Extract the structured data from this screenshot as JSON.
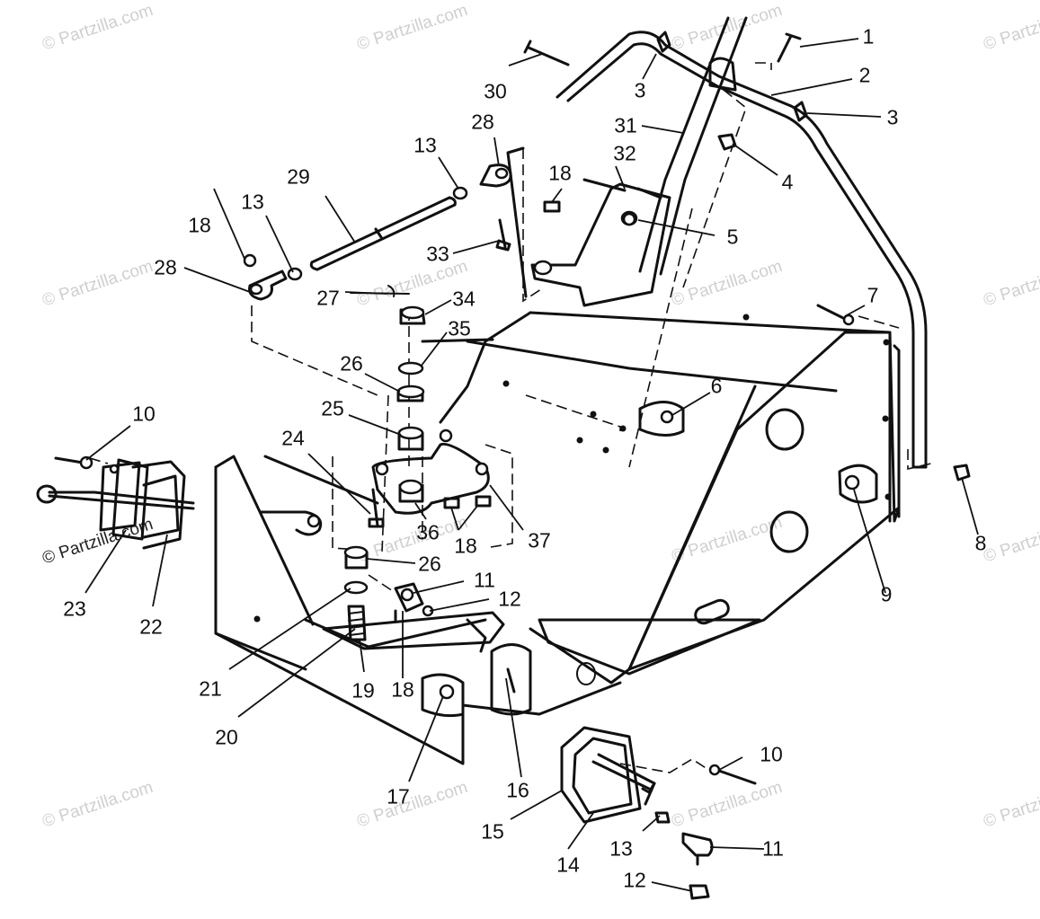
{
  "watermark": {
    "text": "© Partzilla.com",
    "dark_text": "© Partzilla.com",
    "color": "#cfcfcf"
  },
  "callouts": [
    {
      "id": "c1",
      "label": "1"
    },
    {
      "id": "c2",
      "label": "2"
    },
    {
      "id": "c3a",
      "label": "3"
    },
    {
      "id": "c3b",
      "label": "3"
    },
    {
      "id": "c4",
      "label": "4"
    },
    {
      "id": "c5",
      "label": "5"
    },
    {
      "id": "c6",
      "label": "6"
    },
    {
      "id": "c7",
      "label": "7"
    },
    {
      "id": "c8",
      "label": "8"
    },
    {
      "id": "c9",
      "label": "9"
    },
    {
      "id": "c10a",
      "label": "10"
    },
    {
      "id": "c10b",
      "label": "10"
    },
    {
      "id": "c11a",
      "label": "11"
    },
    {
      "id": "c11b",
      "label": "11"
    },
    {
      "id": "c12a",
      "label": "12"
    },
    {
      "id": "c12b",
      "label": "12"
    },
    {
      "id": "c13a",
      "label": "13"
    },
    {
      "id": "c13b",
      "label": "13"
    },
    {
      "id": "c13c",
      "label": "13"
    },
    {
      "id": "c14",
      "label": "14"
    },
    {
      "id": "c15",
      "label": "15"
    },
    {
      "id": "c16",
      "label": "16"
    },
    {
      "id": "c17",
      "label": "17"
    },
    {
      "id": "c18a",
      "label": "18"
    },
    {
      "id": "c18b",
      "label": "18"
    },
    {
      "id": "c18c",
      "label": "18"
    },
    {
      "id": "c18d",
      "label": "18"
    },
    {
      "id": "c19",
      "label": "19"
    },
    {
      "id": "c20",
      "label": "20"
    },
    {
      "id": "c21",
      "label": "21"
    },
    {
      "id": "c22",
      "label": "22"
    },
    {
      "id": "c23",
      "label": "23"
    },
    {
      "id": "c24",
      "label": "24"
    },
    {
      "id": "c25",
      "label": "25"
    },
    {
      "id": "c26a",
      "label": "26"
    },
    {
      "id": "c26b",
      "label": "26"
    },
    {
      "id": "c27",
      "label": "27"
    },
    {
      "id": "c28a",
      "label": "28"
    },
    {
      "id": "c28b",
      "label": "28"
    },
    {
      "id": "c29",
      "label": "29"
    },
    {
      "id": "c30",
      "label": "30"
    },
    {
      "id": "c31",
      "label": "31"
    },
    {
      "id": "c32",
      "label": "32"
    },
    {
      "id": "c33",
      "label": "33"
    },
    {
      "id": "c34",
      "label": "34"
    },
    {
      "id": "c35",
      "label": "35"
    },
    {
      "id": "c36",
      "label": "36"
    },
    {
      "id": "c37",
      "label": "37"
    }
  ]
}
